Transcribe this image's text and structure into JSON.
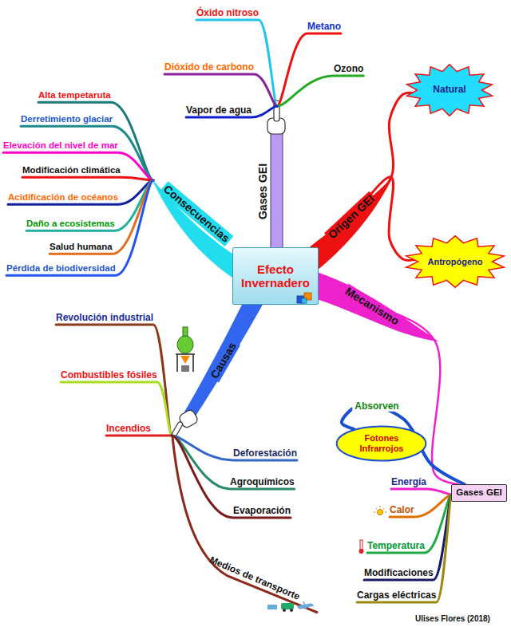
{
  "diagram": {
    "nodes": [
      {
        "text": [
          "Efecto Invernadero"
        ]
      },
      {
        "text": [
          "Natural"
        ]
      },
      {
        "text": [
          "Antropógeno"
        ]
      },
      {
        "text": [
          "Fotones Infrarrojos"
        ]
      },
      {
        "text": [
          "Gases GEI"
        ]
      }
    ],
    "edges": [
      {
        "from": 0,
        "to": 1,
        "arrow": "none"
      },
      {
        "from": 0,
        "to": 2,
        "arrow": "none"
      },
      {
        "from": 0,
        "to": 4,
        "arrow": "none"
      },
      {
        "from": 4,
        "to": 3,
        "label": "Absorven",
        "arrow": "none"
      }
    ],
    "labels": [
      "Óxido nitroso",
      "Metano",
      "Dióxido de carbono",
      "Ozono",
      "Vapor de agua",
      "Gases GEI",
      "Origen GEI",
      "Alta tempetaruta",
      "Derretimiento glaciar",
      "Elevación del nivel de mar",
      "Modificación climática",
      "Acidificación de océanos",
      "Daño a ecosistemas",
      "Salud humana",
      "Pérdida de biodiversidad",
      "Consecuencias",
      "Mecanismo",
      "Causas",
      "Revolución industrial",
      "Combustibles fósiles",
      "Incendios",
      "Deforestación",
      "Agroquímicos",
      "Evaporación",
      "Medios de transporte",
      "Energía",
      "Calor",
      "Temperatura",
      "Modificaciones",
      "Cargas eléctricas",
      "Ulises Flores (2018)"
    ]
  }
}
